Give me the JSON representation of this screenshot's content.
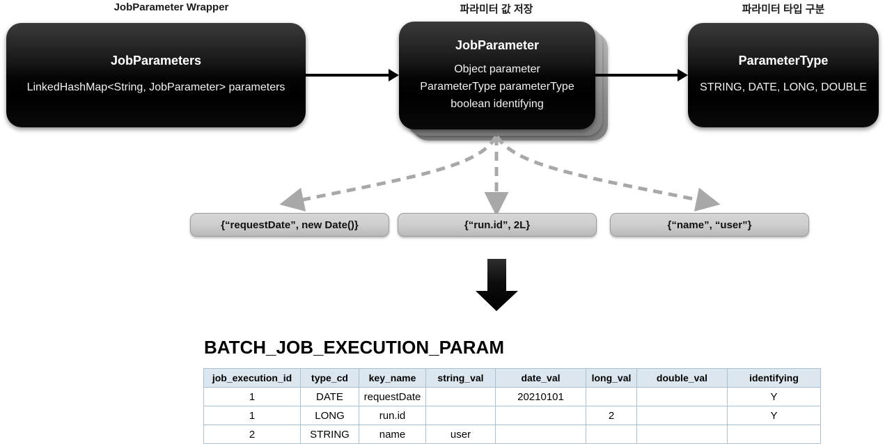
{
  "captions": [
    {
      "id": "wrapper",
      "text": "JobParameter Wrapper"
    },
    {
      "id": "store",
      "text": "파라미터 값 저장"
    },
    {
      "id": "type",
      "text": "파라미터 타입 구분"
    }
  ],
  "boxes": {
    "job_parameters": {
      "title": "JobParameters",
      "lines": [
        "LinkedHashMap<String, JobParameter> parameters"
      ]
    },
    "job_parameter": {
      "title": "JobParameter",
      "lines": [
        "Object parameter",
        "ParameterType parameterType",
        "boolean identifying"
      ]
    },
    "parameter_type": {
      "title": "ParameterType",
      "lines": [
        "STRING, DATE, LONG, DOUBLE"
      ]
    }
  },
  "pills": [
    {
      "id": "request-date",
      "text": "{“requestDate”, new Date()}"
    },
    {
      "id": "run-id",
      "text": "{“run.id”, 2L}"
    },
    {
      "id": "name-user",
      "text": "{“name”, “user”}"
    }
  ],
  "table": {
    "title": "BATCH_JOB_EXECUTION_PARAM",
    "columns": [
      "job_execution_id",
      "type_cd",
      "key_name",
      "string_val",
      "date_val",
      "long_val",
      "double_val",
      "identifying"
    ],
    "rows": [
      [
        "1",
        "DATE",
        "requestDate",
        "",
        "20210101",
        "",
        "",
        "Y"
      ],
      [
        "1",
        "LONG",
        "run.id",
        "",
        "",
        "2",
        "",
        "Y"
      ],
      [
        "2",
        "STRING",
        "name",
        "user",
        "",
        "",
        "",
        ""
      ]
    ]
  },
  "colors": {
    "box_black": "#000000",
    "pill_gray": "#cfcfcf",
    "table_header": "#dce6ef",
    "table_border": "#a8c0d4",
    "dashed_arrow": "#a8a8a8",
    "solid_arrow": "#000000"
  },
  "icons": {
    "arrow_right_1": "arrow-right-icon",
    "arrow_right_2": "arrow-right-icon",
    "arrow_down_block": "arrow-down-block-icon",
    "dashed_arrow_left": "dashed-arrow-icon",
    "dashed_arrow_center": "dashed-arrow-icon",
    "dashed_arrow_right": "dashed-arrow-icon"
  }
}
